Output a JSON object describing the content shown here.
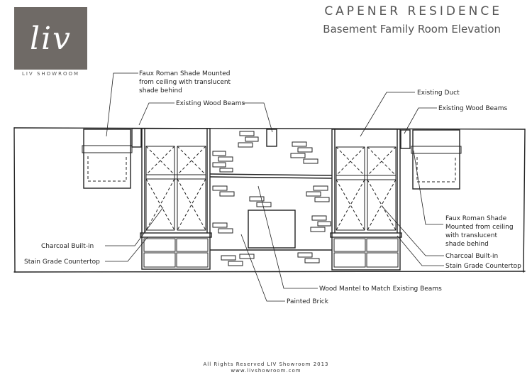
{
  "logo": {
    "mark": "liv",
    "caption": "LIV SHOWROOM"
  },
  "header": {
    "title": "CAPENER RESIDENCE",
    "subtitle": "Basement Family Room Elevation"
  },
  "labels": {
    "faux_shade_left": [
      "Faux Roman Shade Mounted",
      "from ceiling with translucent",
      "shade behind"
    ],
    "wood_beams_left": "Existing Wood Beams",
    "existing_duct": "Existing Duct",
    "wood_beams_right": "Existing Wood Beams",
    "faux_shade_right": [
      "Faux Roman Shade",
      "Mounted from ceiling",
      "with translucent",
      "shade behind"
    ],
    "charcoal_left": "Charcoal Built-in",
    "countertop_left": "Stain Grade Countertop",
    "charcoal_right": "Charcoal Built-in",
    "countertop_right": "Stain Grade Countertop",
    "mantel": "Wood Mantel to Match Existing Beams",
    "brick": "Painted Brick"
  },
  "footer": {
    "rights": "All Rights Reserved LIV Showroom 2013",
    "url": "www.livshowroom.com"
  }
}
